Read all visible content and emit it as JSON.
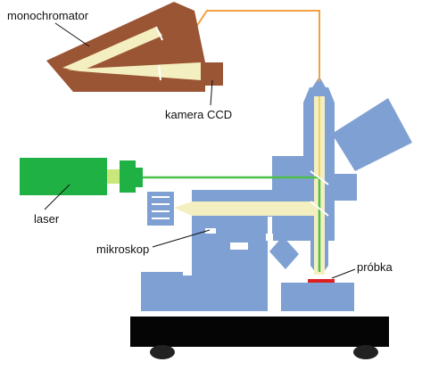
{
  "labels": {
    "monochromator": "monochromator",
    "camera": "kamera CCD",
    "laser": "laser",
    "microscope": "mikroskop",
    "sample": "próbka"
  },
  "colors": {
    "monochromator_body": "#9a5535",
    "microscope_body": "#7fa0d3",
    "laser_body": "#1fb143",
    "laser_beam": "#4cc04a",
    "scatter_light": "#f4efc0",
    "fiber": "#f0a040",
    "stage": "#050505",
    "sample": "#e02020",
    "wheel": "#222222"
  },
  "icons": [
    "microscope-icon",
    "laser-icon",
    "monochromator-icon",
    "ccd-camera-icon"
  ]
}
